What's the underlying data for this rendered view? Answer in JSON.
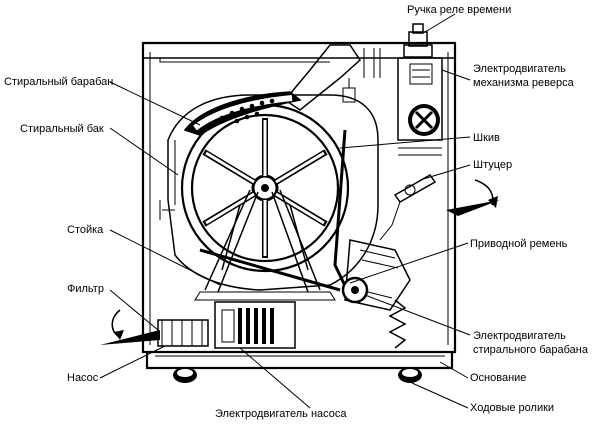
{
  "labels": {
    "timer_knob": "Ручка реле времени",
    "reverse_motor_1": "Электродвигатель",
    "reverse_motor_2": "механизма реверса",
    "drum": "Стиральный барабан",
    "tub": "Стиральный бак",
    "pulley": "Шкив",
    "fitting": "Штуцер",
    "post": "Стойка",
    "belt": "Приводной ремень",
    "filter": "Фильтр",
    "drum_motor_1": "Электродвигатель",
    "drum_motor_2": "стирального барабана",
    "pump": "Насос",
    "base": "Основание",
    "pump_motor": "Электродвигатель насоса",
    "casters": "Ходовые ролики"
  }
}
